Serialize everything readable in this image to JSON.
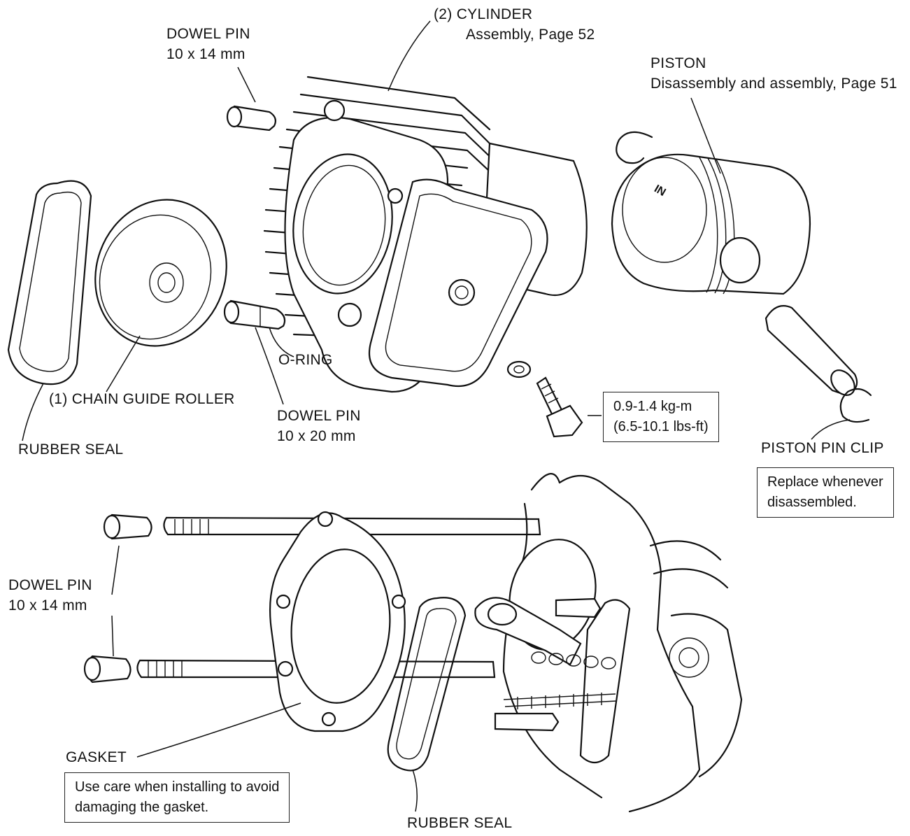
{
  "labels": {
    "dowel_pin_top": {
      "line1": "DOWEL PIN",
      "line2": "10 x 14 mm"
    },
    "cylinder": {
      "line1": "(2)  CYLINDER",
      "line2": "Assembly, Page 52"
    },
    "piston": {
      "line1": "PISTON",
      "line2": "Disassembly and assembly, Page 51"
    },
    "o_ring": "O-RING",
    "chain_guide_roller": "(1)  CHAIN GUIDE ROLLER",
    "dowel_pin_mid": {
      "line1": "DOWEL PIN",
      "line2": "10 x 20 mm"
    },
    "rubber_seal_left": "RUBBER SEAL",
    "piston_pin_clip": "PISTON PIN CLIP",
    "dowel_pin_bottom": {
      "line1": "DOWEL PIN",
      "line2": "10 x 14 mm"
    },
    "gasket": "GASKET",
    "rubber_seal_bottom": "RUBBER SEAL"
  },
  "notes": {
    "torque": {
      "line1": "0.9-1.4 kg-m",
      "line2": "(6.5-10.1 lbs-ft)"
    },
    "clip_note": {
      "line1": "Replace whenever",
      "line2": "disassembled."
    },
    "gasket_note": {
      "line1": "Use care when installing to avoid",
      "line2": "damaging the gasket."
    }
  },
  "piston_marking": "IN"
}
